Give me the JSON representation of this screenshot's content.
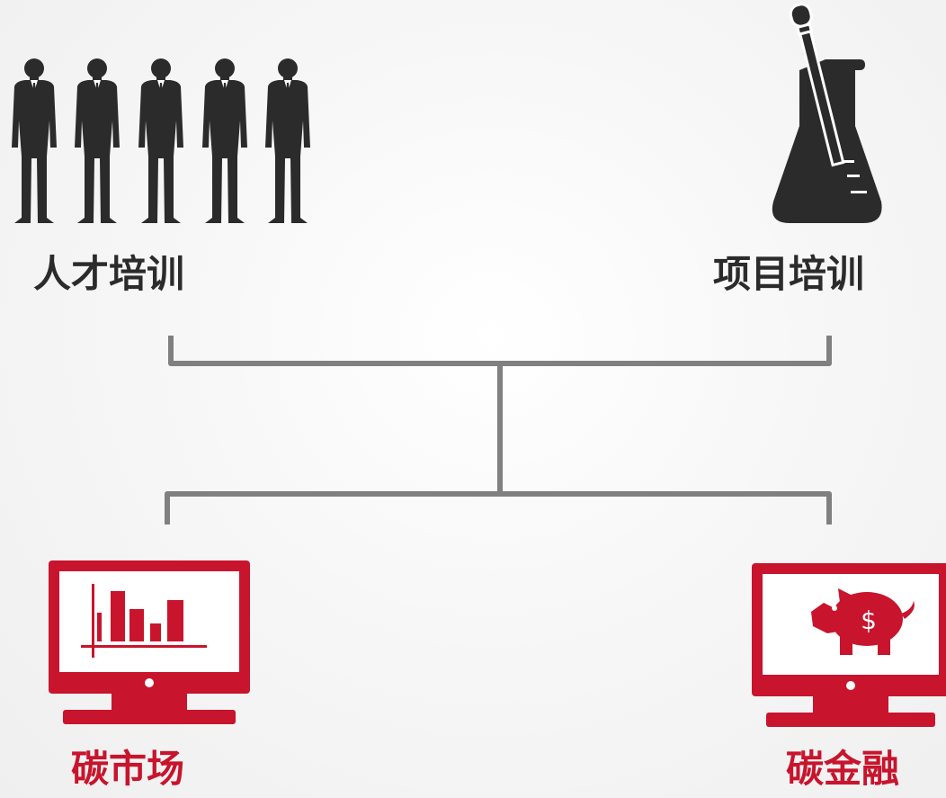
{
  "nodes": {
    "talent_training": {
      "label": "人才培训",
      "icon": "businessmen-icon"
    },
    "project_training": {
      "label": "项目培训",
      "icon": "flask-icon"
    },
    "carbon_market": {
      "label": "碳市场",
      "icon": "monitor-bar-chart-icon"
    },
    "carbon_finance": {
      "label": "碳金融",
      "icon": "monitor-piggy-bank-icon"
    }
  },
  "colors": {
    "dark": "#2b2b2b",
    "accent": "#c8142c",
    "connector": "#808080",
    "background": "#f4f4f4"
  }
}
